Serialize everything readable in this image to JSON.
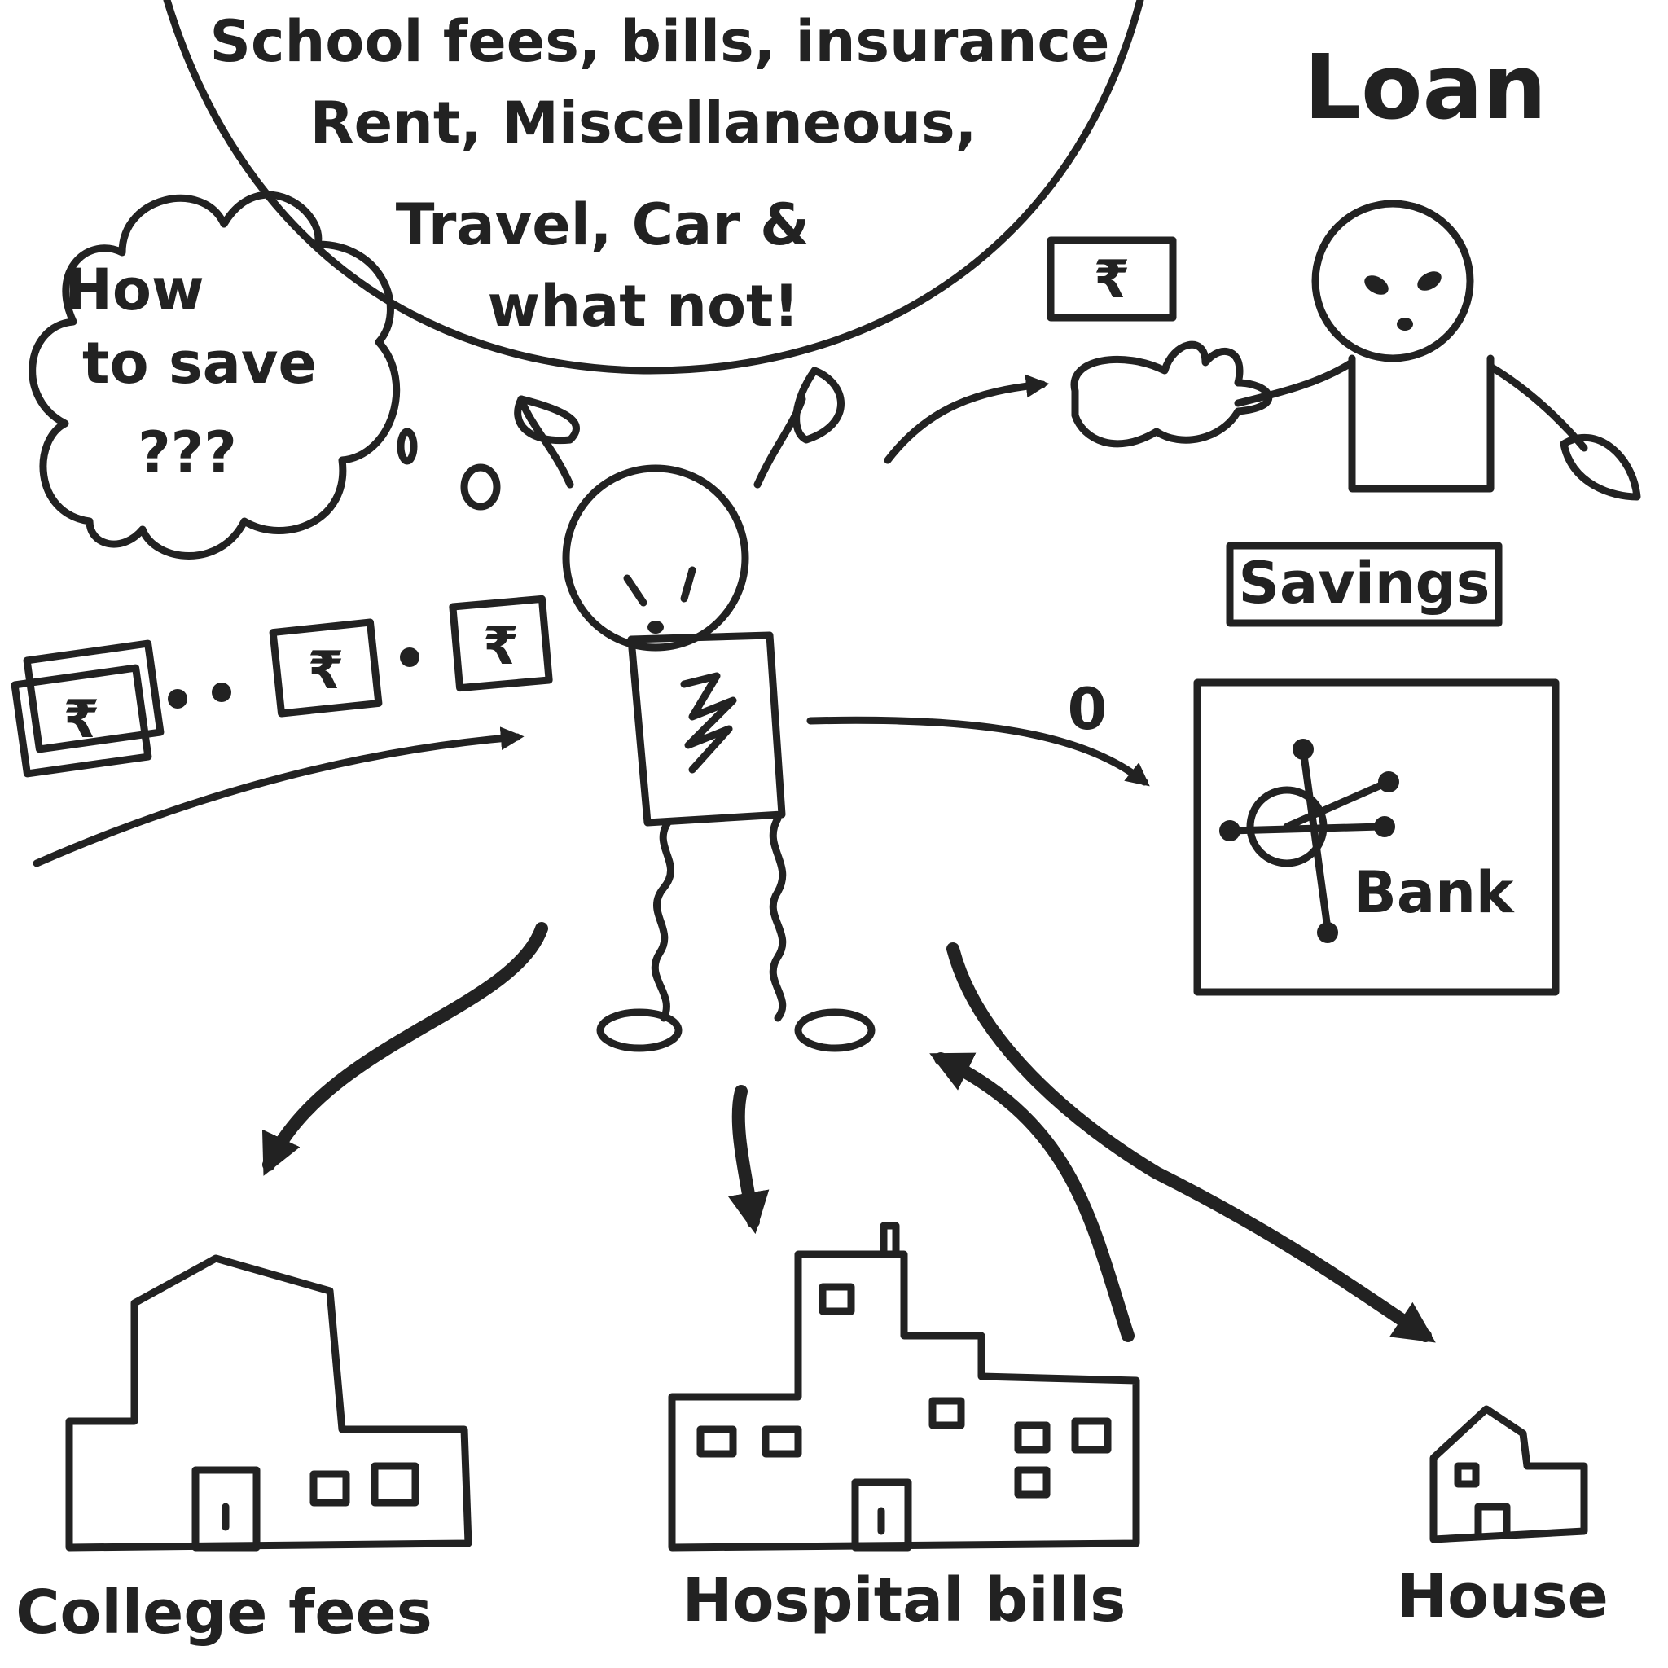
{
  "expenses_bubble": {
    "line1": "School fees, bills, insurance",
    "line2": "Rent, Miscellaneous,",
    "line3": "Travel, Car &",
    "line4": "what not!"
  },
  "thought_cloud": {
    "line1": "How",
    "line2": "to save",
    "line3": "???"
  },
  "currency_symbol": "₹",
  "loan_label": "Loan",
  "savings_label": "Savings",
  "bank_label": "Bank",
  "zero_mark": "0",
  "college_label": "College fees",
  "hospital_label": "Hospital bills",
  "house_label": "House"
}
